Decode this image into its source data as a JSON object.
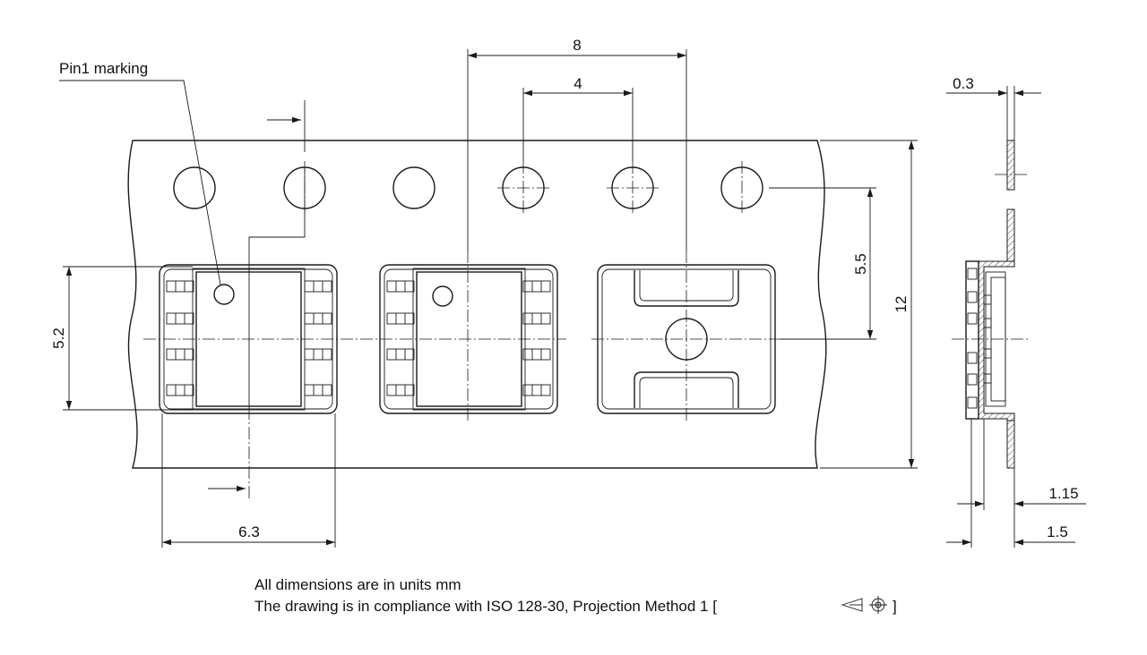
{
  "dimensions": {
    "pitch": "8",
    "hole_pitch": "4",
    "hole_to_cavity_center": "5.5",
    "tape_width": "12",
    "cavity_length": "5.2",
    "cavity_width": "6.3",
    "tape_thickness": "0.3",
    "cavity_depth": "1.15",
    "total_height": "1.5"
  },
  "labels": {
    "pin1_marking": "Pin1 marking"
  },
  "notes": {
    "line1": "All dimensions are in units mm",
    "line2_prefix": "The drawing is in compliance with ISO 128-30, Projection Method 1 [",
    "line2_suffix": "]"
  }
}
